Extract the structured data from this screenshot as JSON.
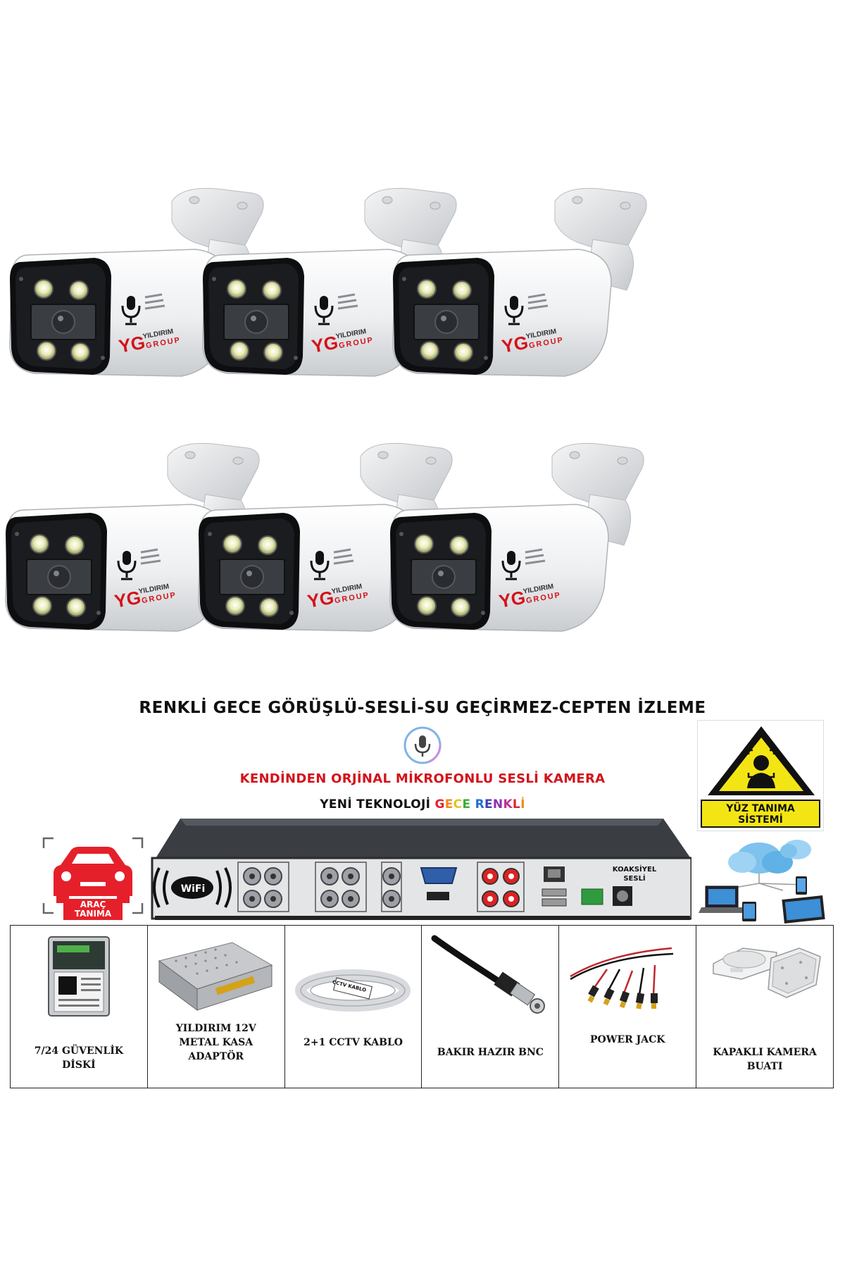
{
  "cameras": {
    "brand_top": "YILDIRIM",
    "brand_bottom": "GROUP"
  },
  "headline_features": "RENKLİ GECE GÖRÜŞLÜ-SESLİ-SU GEÇİRMEZ-CEPTEN İZLEME",
  "headline_mic": "KENDİNDEN ORJİNAL MİKROFONLU SESLİ KAMERA",
  "headline_tech": {
    "prefix": "YENİ TEKNOLOJİ ",
    "word1": "GECE",
    "word2": "RENKLİ"
  },
  "face_badge": {
    "line1": "YÜZ TANIMA",
    "line2": "SİSTEMİ"
  },
  "car_badge": {
    "line1": "ARAÇ",
    "line2": "TANIMA"
  },
  "dvr": {
    "wifi_label": "WiFi",
    "coax_line1": "KOAKSİYEL",
    "coax_line2": "SESLİ"
  },
  "accessories": [
    {
      "line1": "7/24 GÜVENLİK",
      "line2": "DİSKİ",
      "line3": ""
    },
    {
      "line1": "YILDIRIM 12V",
      "line2": "METAL KASA",
      "line3": "ADAPTÖR"
    },
    {
      "line1": "2+1 CCTV KABLO",
      "line2": "",
      "line3": ""
    },
    {
      "line1": "BAKIR HAZIR BNC",
      "line2": "",
      "line3": ""
    },
    {
      "line1": "POWER JACK",
      "line2": "",
      "line3": ""
    },
    {
      "line1": "KAPAKLI KAMERA",
      "line2": "BUATI",
      "line3": ""
    }
  ],
  "cable_tag": "CCTV KABLO",
  "colors": {
    "accent_red": "#d4121a",
    "badge_yellow": "#f3e514",
    "dvr_body": "#3a3d42"
  }
}
